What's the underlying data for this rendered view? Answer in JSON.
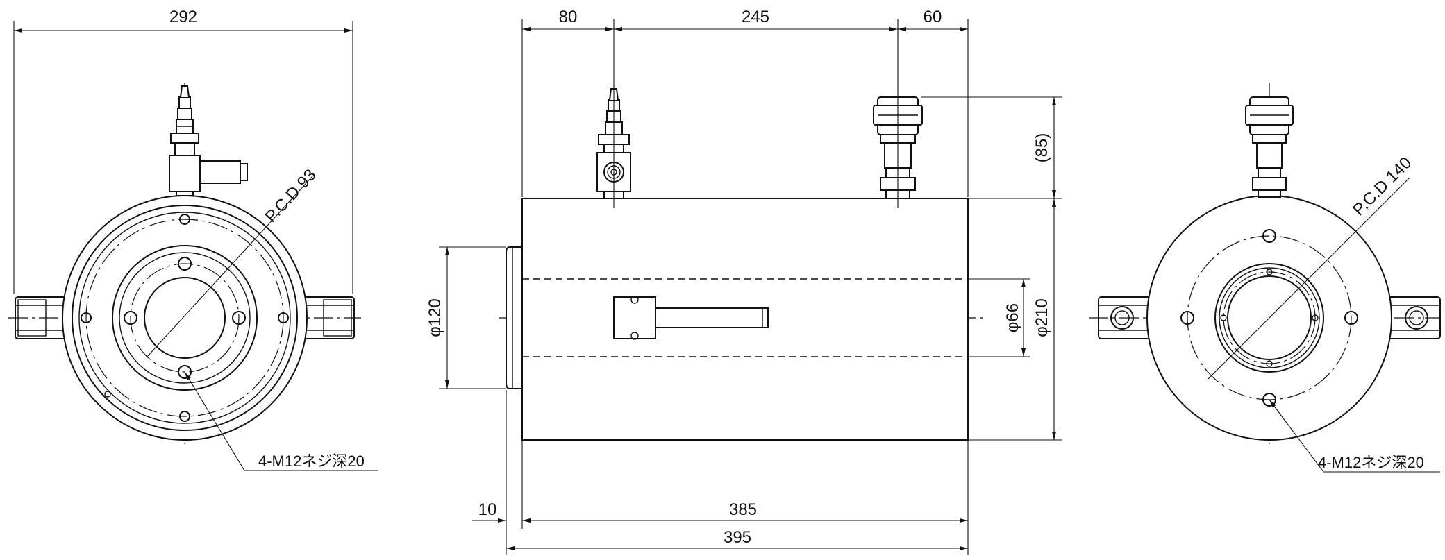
{
  "dimensions": {
    "front_width": "292",
    "side_len_a": "80",
    "side_len_b": "245",
    "side_len_c": "60",
    "connector_height": "(85)",
    "dia_bore": "φ66",
    "dia_body": "φ210",
    "dia_collar": "φ120",
    "flange_thickness": "10",
    "body_length": "385",
    "total_length": "395"
  },
  "notes": {
    "pcd_front": "P.C.D 93",
    "pcd_rear": "P.C.D 140",
    "thread_front": "4-M12ネジ深20",
    "thread_rear": "4-M12ネジ深20"
  }
}
